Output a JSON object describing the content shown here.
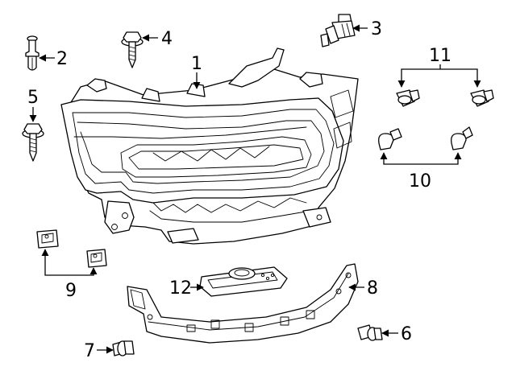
{
  "callouts": [
    {
      "id": "c1",
      "number": "1"
    },
    {
      "id": "c2",
      "number": "2"
    },
    {
      "id": "c3",
      "number": "3"
    },
    {
      "id": "c4",
      "number": "4"
    },
    {
      "id": "c5",
      "number": "5"
    },
    {
      "id": "c6",
      "number": "6"
    },
    {
      "id": "c7",
      "number": "7"
    },
    {
      "id": "c8",
      "number": "8"
    },
    {
      "id": "c9",
      "number": "9"
    },
    {
      "id": "c10",
      "number": "10"
    },
    {
      "id": "c11",
      "number": "11"
    },
    {
      "id": "c12",
      "number": "12"
    }
  ],
  "colors": {
    "line": "#000000",
    "background": "#ffffff"
  }
}
